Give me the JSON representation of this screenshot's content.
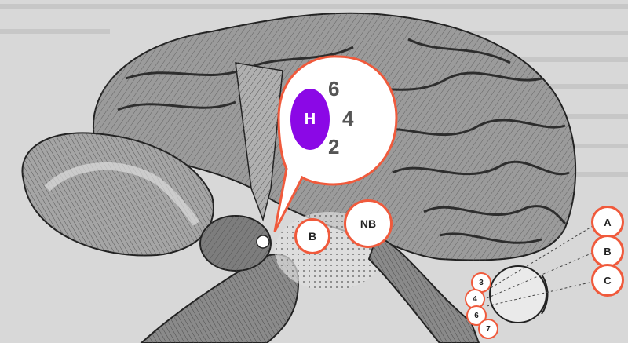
{
  "bubble": {
    "label": "H",
    "numbers": [
      "6",
      "4",
      "2"
    ],
    "oval_color": "#8b08e6"
  },
  "markers": {
    "b_center": "B",
    "nb": "NB",
    "right": [
      "A",
      "B",
      "C"
    ],
    "eye": [
      "3",
      "4",
      "6",
      "7"
    ]
  },
  "colors": {
    "marker_border": "#f05a3c",
    "background": "#d8d8d8"
  }
}
